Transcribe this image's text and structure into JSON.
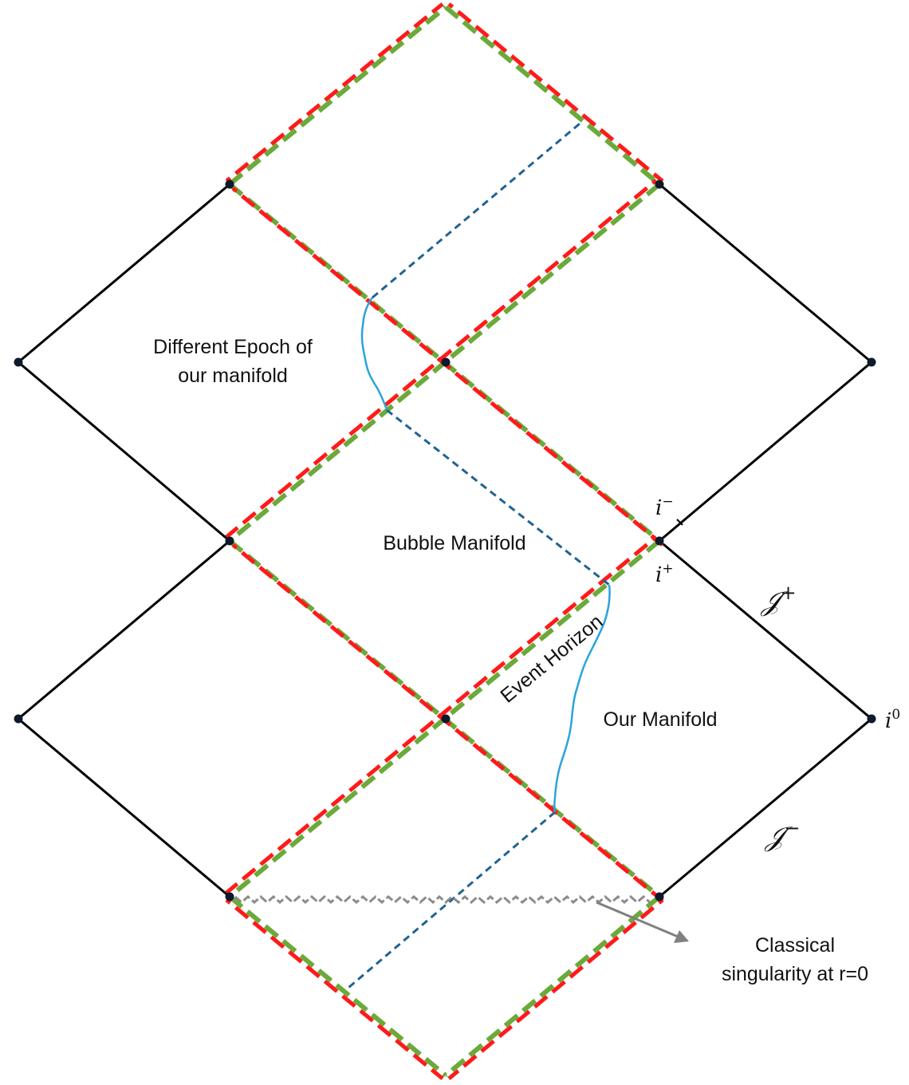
{
  "labels": {
    "different_epoch_line1": "Different Epoch of",
    "different_epoch_line2": "our manifold",
    "bubble_manifold": "Bubble Manifold",
    "event_horizon": "Event Horizon",
    "our_manifold": "Our Manifold",
    "singularity_line1": "Classical",
    "singularity_line2": "singularity at r=0"
  },
  "math": {
    "i_minus_base": "i",
    "i_minus_sup": "−",
    "i_plus_base": "i",
    "i_plus_sup": "+",
    "i_zero_base": "i",
    "i_zero_sup": "0",
    "scri_plus_base": "𝒥",
    "scri_plus_sup": "+",
    "scri_minus_base": "𝒥",
    "scri_minus_sup": "−"
  },
  "colors": {
    "boundary": "#000000",
    "dash_red": "#ff1a1a",
    "dash_green": "#6aaa3a",
    "blue_dashed": "#1f6391",
    "blue_curve": "#2aa3dc",
    "singularity": "#8c8c8c",
    "vertex": "#0e1a2b"
  }
}
